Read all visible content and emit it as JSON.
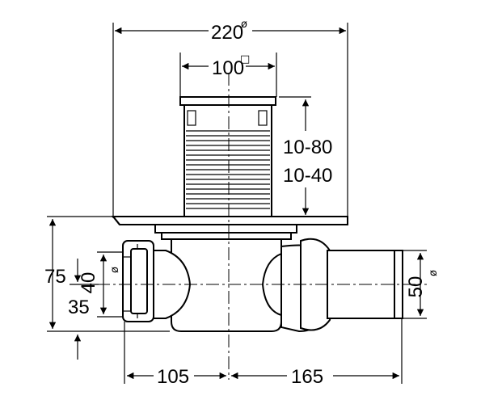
{
  "drawing": {
    "title": "",
    "dimensions": {
      "flange_diameter": {
        "value": "220",
        "symbol": "ø"
      },
      "grate_size": {
        "value": "100",
        "symbol": "□"
      },
      "height_adjust_1": "10-80",
      "height_adjust_2": "10-40",
      "total_height": "75",
      "outlet_left_diameter": {
        "value": "40",
        "symbol": "ø"
      },
      "outlet_left_height": "35",
      "outlet_right_diameter": {
        "value": "50",
        "symbol": "ø"
      },
      "left_length": "105",
      "right_length": "165"
    }
  }
}
